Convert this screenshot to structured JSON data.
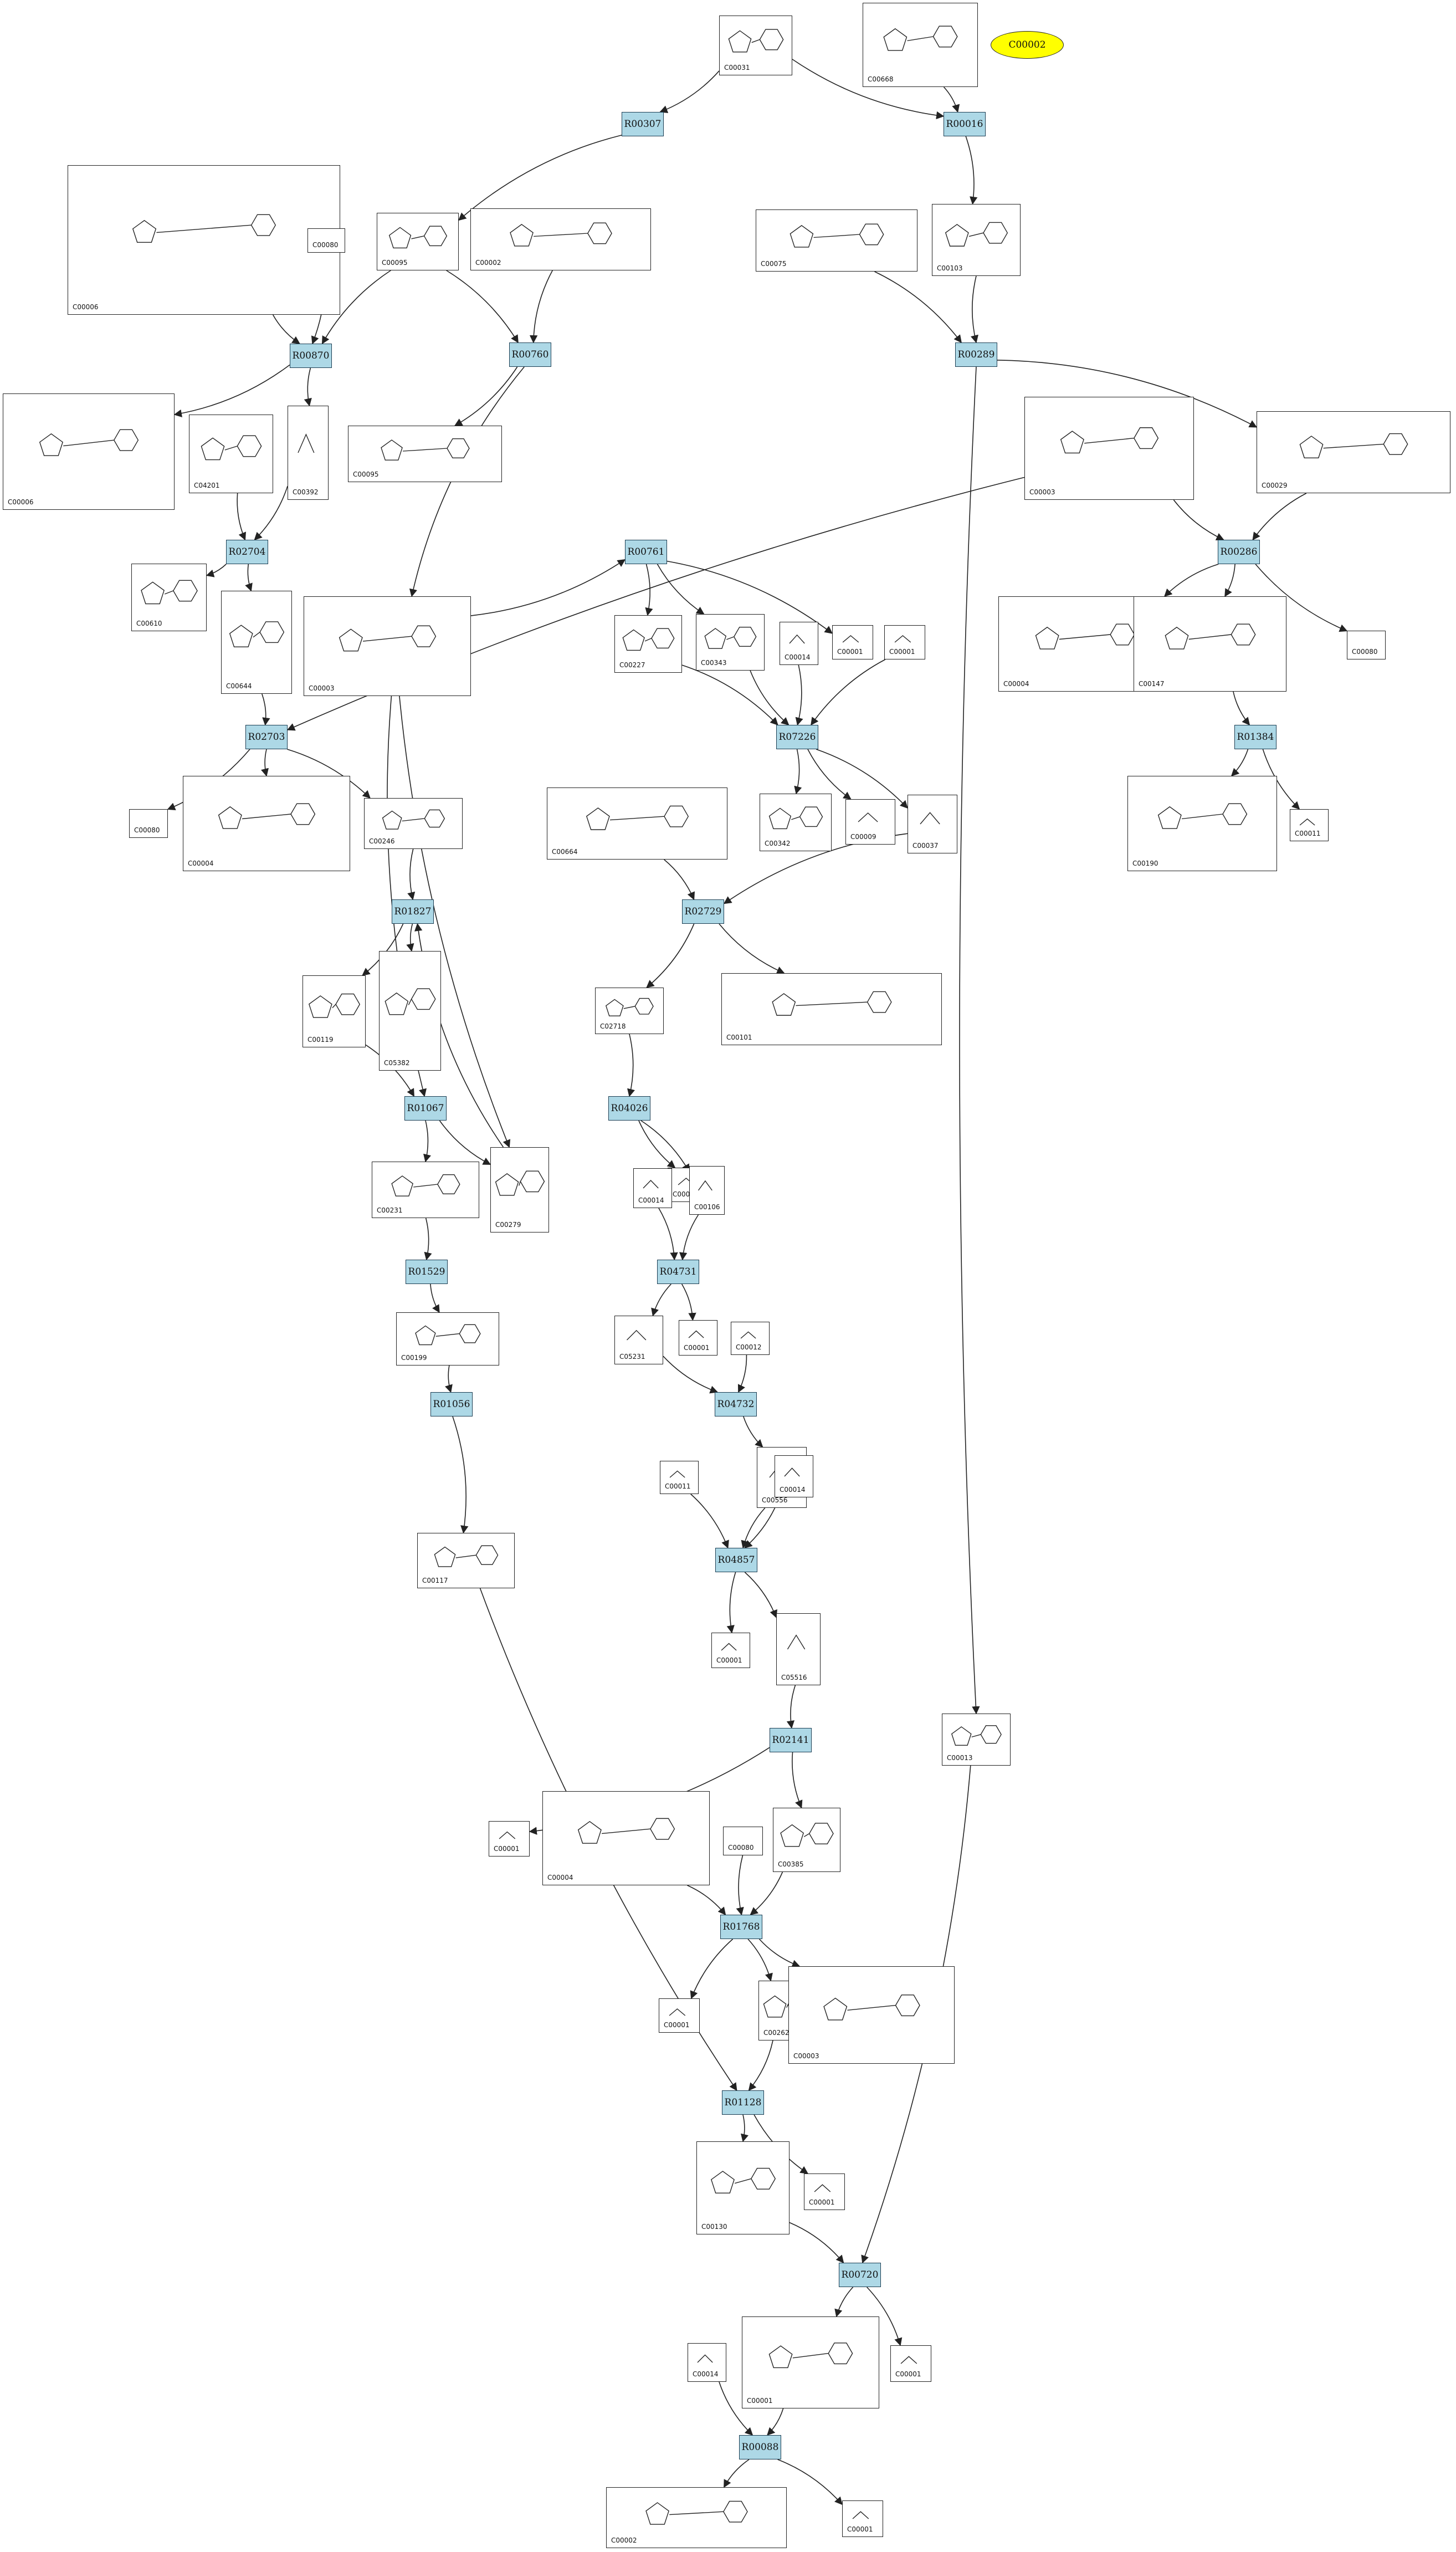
{
  "legend": {
    "label": "C00002"
  },
  "reactions": [
    "R00307",
    "R00016",
    "R00870",
    "R00760",
    "R00289",
    "R02704",
    "R00761",
    "R00286",
    "R02703",
    "R07226",
    "R01384",
    "R01827",
    "R02729",
    "R01067",
    "R04026",
    "R01529",
    "R04731",
    "R01056",
    "R04732",
    "R04857",
    "R02141",
    "R01768",
    "R01128",
    "R00720",
    "R00088"
  ],
  "compounds": [
    "C00031",
    "C00668",
    "C00006",
    "C00080",
    "C00095",
    "C00002",
    "C00103",
    "C00075",
    "C00006",
    "C04201",
    "C00392",
    "C00001",
    "C00095",
    "C00009",
    "C00003",
    "C00001",
    "C00029",
    "C00610",
    "C00644",
    "C00003",
    "C00227",
    "C00343",
    "C00014",
    "C00001",
    "C00001",
    "C00004",
    "C00147",
    "C00080",
    "C00080",
    "C00004",
    "C00246",
    "C00664",
    "C00342",
    "C00009",
    "C00037",
    "C00190",
    "C00011",
    "C00119",
    "C05382",
    "C02718",
    "C00101",
    "C00231",
    "C00279",
    "C00001",
    "C00014",
    "C00106",
    "C00199",
    "C05231",
    "C00001",
    "C00012",
    "C00011",
    "C00556",
    "C00014",
    "C00117",
    "C00001",
    "C05516",
    "C00013",
    "C00001",
    "C00004",
    "C00080",
    "C00385",
    "C00001",
    "C00262",
    "C00003",
    "C00130",
    "C00001",
    "C00014",
    "C00001",
    "C00001",
    "C00002",
    "C00001"
  ],
  "colors": {
    "reaction_fill": "#add8e6",
    "legend_fill": "#ffff00",
    "edge": "#222222"
  }
}
